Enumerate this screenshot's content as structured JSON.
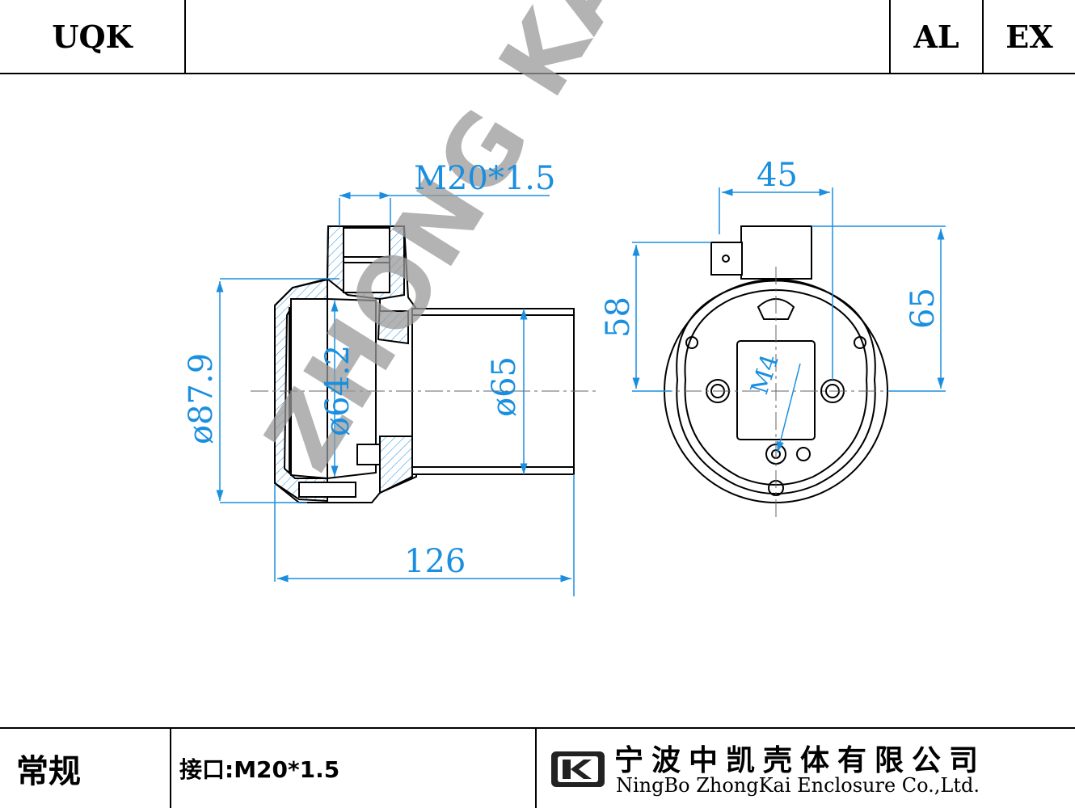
{
  "header": {
    "left_code": "UQK",
    "right_codes": [
      "AL",
      "EX"
    ]
  },
  "watermark": "ZHONG KAI",
  "dimensions": {
    "thread_top": "M20*1.5",
    "width_45": "45",
    "height_65": "65",
    "height_58": "58",
    "dia_879": "ø87.9",
    "dia_642": "ø64.2",
    "dia_65": "ø65",
    "length_126": "126",
    "screw_label": "M4"
  },
  "footer": {
    "type_label": "常规",
    "interface_label": "接口:M20*1.5",
    "company_cn": "宁波中凯壳体有限公司",
    "company_en": "NingBo ZhongKai Enclosure Co.,Ltd."
  },
  "colors": {
    "dimension": "#1a8fe0",
    "outline": "#000000",
    "watermark": "#9a9a9a"
  }
}
